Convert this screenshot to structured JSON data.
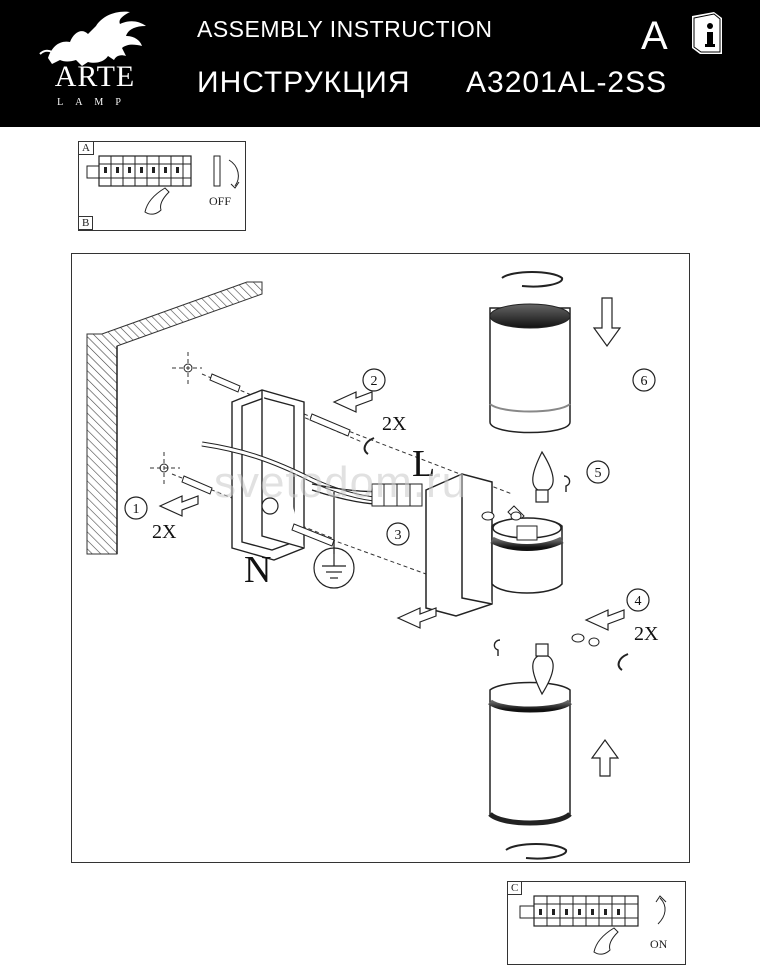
{
  "header": {
    "brand": "ARTE",
    "brand_sub": "LAMP",
    "title_en": "ASSEMBLY  INSTRUCTION",
    "title_ru": "ИНСТРУКЦИЯ",
    "model": "A3201AL-2SS",
    "sheet_letter": "A"
  },
  "panel_ab": {
    "label_a": "A",
    "label_b": "B",
    "switch_text": "OFF"
  },
  "panel_c": {
    "label_c": "C",
    "switch_text": "ON"
  },
  "watermark": "svetodom.ru",
  "diagram": {
    "step1": "1",
    "step2": "2",
    "step3": "3",
    "step4": "4",
    "step5": "5",
    "step6": "6",
    "qty_2x_a": "2X",
    "qty_2x_b": "2X",
    "qty_2x_c": "2X",
    "wire_l": "L",
    "wire_n": "N"
  },
  "icons": [
    "griffin-logo-icon",
    "info-book-icon",
    "circuit-breaker-icon",
    "hand-icon",
    "bulb-icon",
    "rotate-arrow-icon",
    "ground-icon"
  ]
}
